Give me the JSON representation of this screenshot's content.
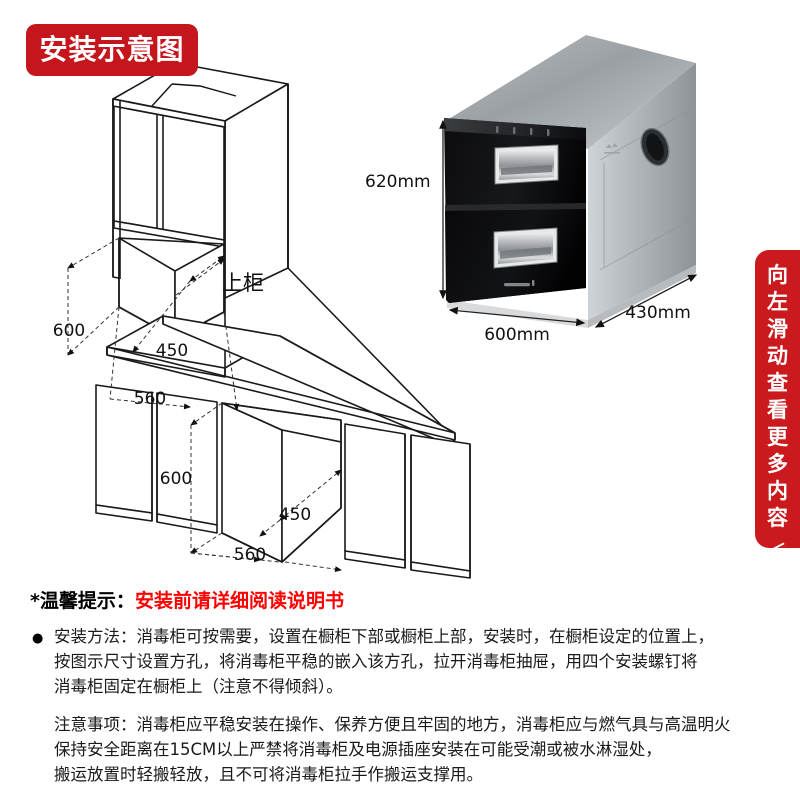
{
  "badge": {
    "label": "安装示意图"
  },
  "diagram": {
    "cabinet_label": "上柜",
    "dimensions": {
      "upper_height": "600",
      "upper_depth": "450",
      "upper_width": "560",
      "lower_height": "600",
      "lower_depth": "450",
      "lower_width": "560"
    }
  },
  "product": {
    "height": "620mm",
    "width": "600mm",
    "depth": "430mm"
  },
  "side_banner": {
    "chars": [
      "向",
      "左",
      "滑",
      "动",
      "查",
      "看",
      "更",
      "多",
      "内",
      "容"
    ],
    "arrow": "＜",
    "color": "#ca1a1d"
  },
  "tip": {
    "prefix": "*温馨提示：",
    "highlight": "安装前请详细阅读说明书",
    "highlight_color": "#ff0000"
  },
  "install": {
    "bullet": "●",
    "lines": [
      "安装方法：消毒柜可按需要，设置在橱柜下部或橱柜上部，安装时，在橱柜设定的位置上，",
      "按图示尺寸设置方孔，将消毒柜平稳的嵌入该方孔，拉开消毒柜抽屉，用四个安装螺钉将",
      "消毒柜固定在橱柜上（注意不得倾斜）。"
    ]
  },
  "note": {
    "lines": [
      "注意事项：消毒柜应平稳安装在操作、保养方便且牢固的地方，消毒柜应与燃气具与高温明火",
      "保持安全距离在15CM以上严禁将消毒柜及电源插座安装在可能受潮或被水淋湿处，",
      "搬运放置时轻搬轻放，且不可将消毒柜拉手作搬运支撑用。"
    ]
  }
}
